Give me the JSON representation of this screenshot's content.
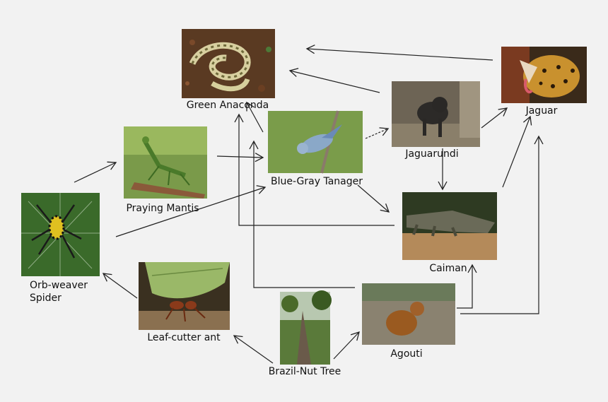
{
  "organisms": {
    "green_anaconda": "Green Anaconda",
    "jaguar": "Jaguar",
    "jaguarundi": "Jaguarundi",
    "praying_mantis": "Praying Mantis",
    "blue_gray_tanager": "Blue-Gray Tanager",
    "caiman": "Caiman",
    "orb_weaver_line1": "Orb-weaver",
    "orb_weaver_line2": "Spider",
    "leaf_cutter_ant": "Leaf-cutter ant",
    "agouti": "Agouti",
    "brazil_nut_tree": "Brazil-Nut Tree"
  },
  "colors": {
    "background": "#f2f2f2",
    "arrow": "#222222",
    "label": "#111111"
  }
}
